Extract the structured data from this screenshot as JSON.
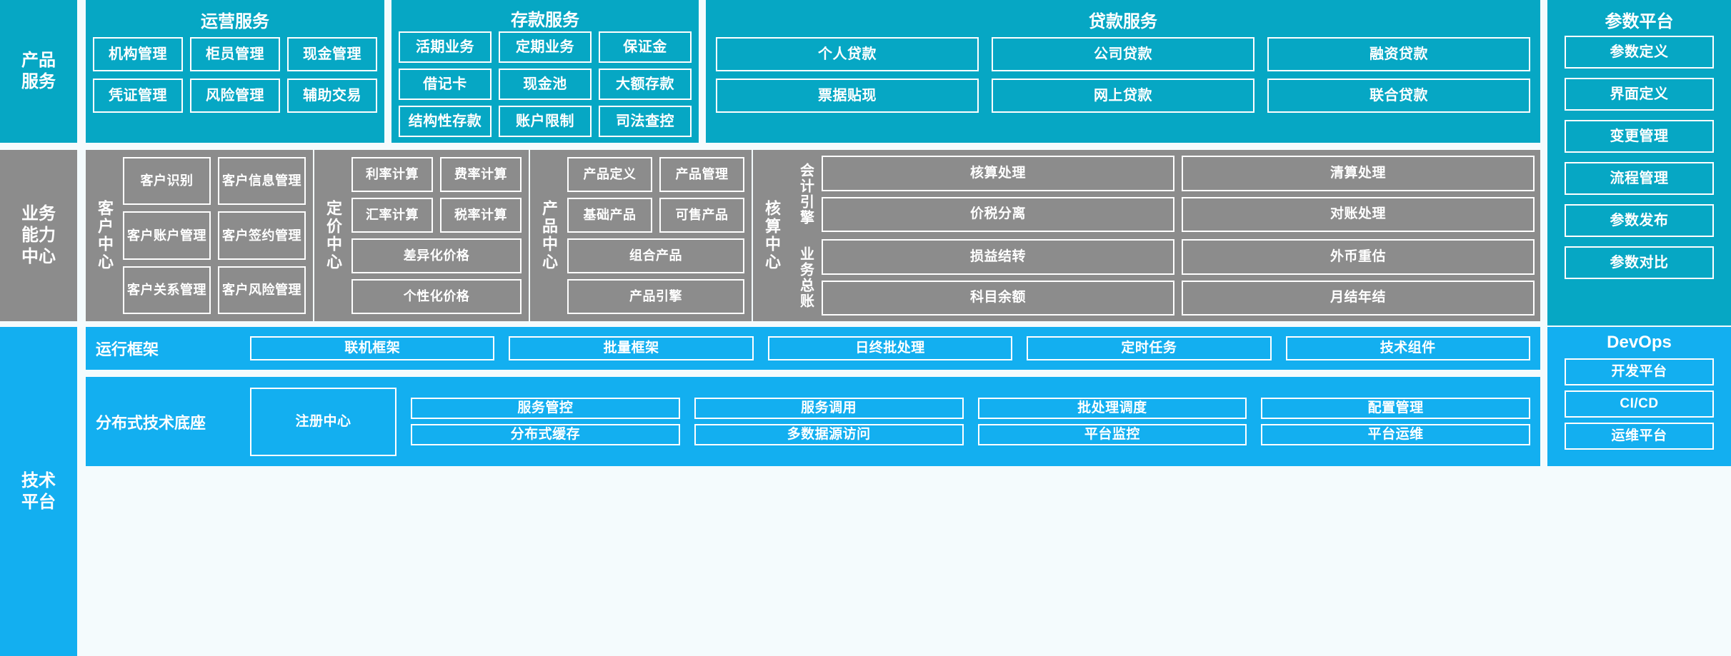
{
  "colors": {
    "cyan": "#06a7c4",
    "gray": "#8c8c8c",
    "blue": "#13aff0",
    "border": "#ffffff",
    "background": "#f4fbfd"
  },
  "layers": {
    "product_services": {
      "label": "产品\n服务",
      "label_line1": "产品",
      "label_line2": "服务",
      "groups": [
        {
          "title": "运营服务",
          "items": [
            "机构管理",
            "柜员管理",
            "现金管理",
            "凭证管理",
            "风险管理",
            "辅助交易"
          ]
        },
        {
          "title": "存款服务",
          "items": [
            "活期业务",
            "定期业务",
            "保证金",
            "借记卡",
            "现金池",
            "大额存款",
            "结构性存款",
            "账户限制",
            "司法查控"
          ]
        },
        {
          "title": "贷款服务",
          "items": [
            "个人贷款",
            "公司贷款",
            "融资贷款",
            "票据贴现",
            "网上贷款",
            "联合贷款"
          ]
        }
      ]
    },
    "parameter_platform": {
      "title": "参数平台",
      "items": [
        "参数定义",
        "界面定义",
        "变更管理",
        "流程管理",
        "参数发布",
        "参数对比"
      ]
    },
    "business_capability": {
      "label_line1": "业务",
      "label_line2": "能力",
      "label_line3": "中心",
      "centers": [
        {
          "name": "客户中心",
          "items": [
            "客户识别",
            "客户信息管理",
            "客户账户管理",
            "客户签约管理",
            "客户关系管理",
            "客户风险管理"
          ]
        },
        {
          "name": "定价中心",
          "items": [
            "利率计算",
            "费率计算",
            "汇率计算",
            "税率计算"
          ],
          "wide_items": [
            "差异化价格",
            "个性化价格"
          ]
        },
        {
          "name": "产品中心",
          "items": [
            "产品定义",
            "产品管理",
            "基础产品",
            "可售产品"
          ],
          "wide_items": [
            "组合产品",
            "产品引擎"
          ]
        },
        {
          "name": "核算中心",
          "subgroups": [
            {
              "name": "会计引擎",
              "items": [
                "核算处理",
                "清算处理",
                "价税分离",
                "对账处理"
              ]
            },
            {
              "name": "业务总账",
              "items": [
                "损益结转",
                "外币重估",
                "科目余额",
                "月结年结"
              ]
            }
          ]
        }
      ]
    },
    "technical_platform": {
      "label_line1": "技术",
      "label_line2": "平台",
      "rows": [
        {
          "name": "运行框架",
          "items": [
            "联机框架",
            "批量框架",
            "日终批处理",
            "定时任务",
            "技术组件"
          ]
        },
        {
          "name": "分布式技术底座",
          "featured": "注册中心",
          "items": [
            "服务管控",
            "服务调用",
            "批处理调度",
            "配置管理",
            "分布式缓存",
            "多数据源访问",
            "平台监控",
            "平台运维"
          ]
        }
      ]
    },
    "devops": {
      "title": "DevOps",
      "items": [
        "开发平台",
        "CI/CD",
        "运维平台"
      ]
    }
  }
}
